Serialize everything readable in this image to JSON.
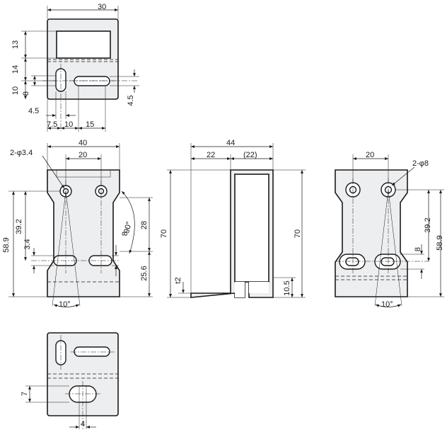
{
  "top_view": {
    "dim_width": "30",
    "dim_13": "13",
    "dim_14": "14",
    "dim_10": "10",
    "dim_8": "8",
    "dim_4_5_right": "4.5",
    "dim_4_5_left": "4.5",
    "dim_7_5": "7.5",
    "dim_10_bottom": "10",
    "dim_15": "15"
  },
  "front_left_view": {
    "dim_40": "40",
    "dim_20": "20",
    "hole_callout": "2-φ3.4",
    "dim_58_9": "58.9",
    "dim_39_2": "39.2",
    "dim_3_4": "3.4",
    "angle_90": "90°",
    "dim_8": "8",
    "dim_28": "28",
    "dim_25_6": "25.6",
    "angle_10": "10°"
  },
  "side_view": {
    "dim_44": "44",
    "dim_22": "22",
    "dim_22_ref": "(22)",
    "dim_70_left": "70",
    "dim_70_right": "70",
    "dim_t2": "t2",
    "dim_10_5": "10.5"
  },
  "front_right_view": {
    "dim_20": "20",
    "hole_callout": "2-φ8",
    "dim_39_2": "39.2",
    "dim_58_9": "58.9",
    "dim_8": "8",
    "angle_10": "10°"
  },
  "bottom_view": {
    "dim_7": "7",
    "dim_4": "4"
  }
}
